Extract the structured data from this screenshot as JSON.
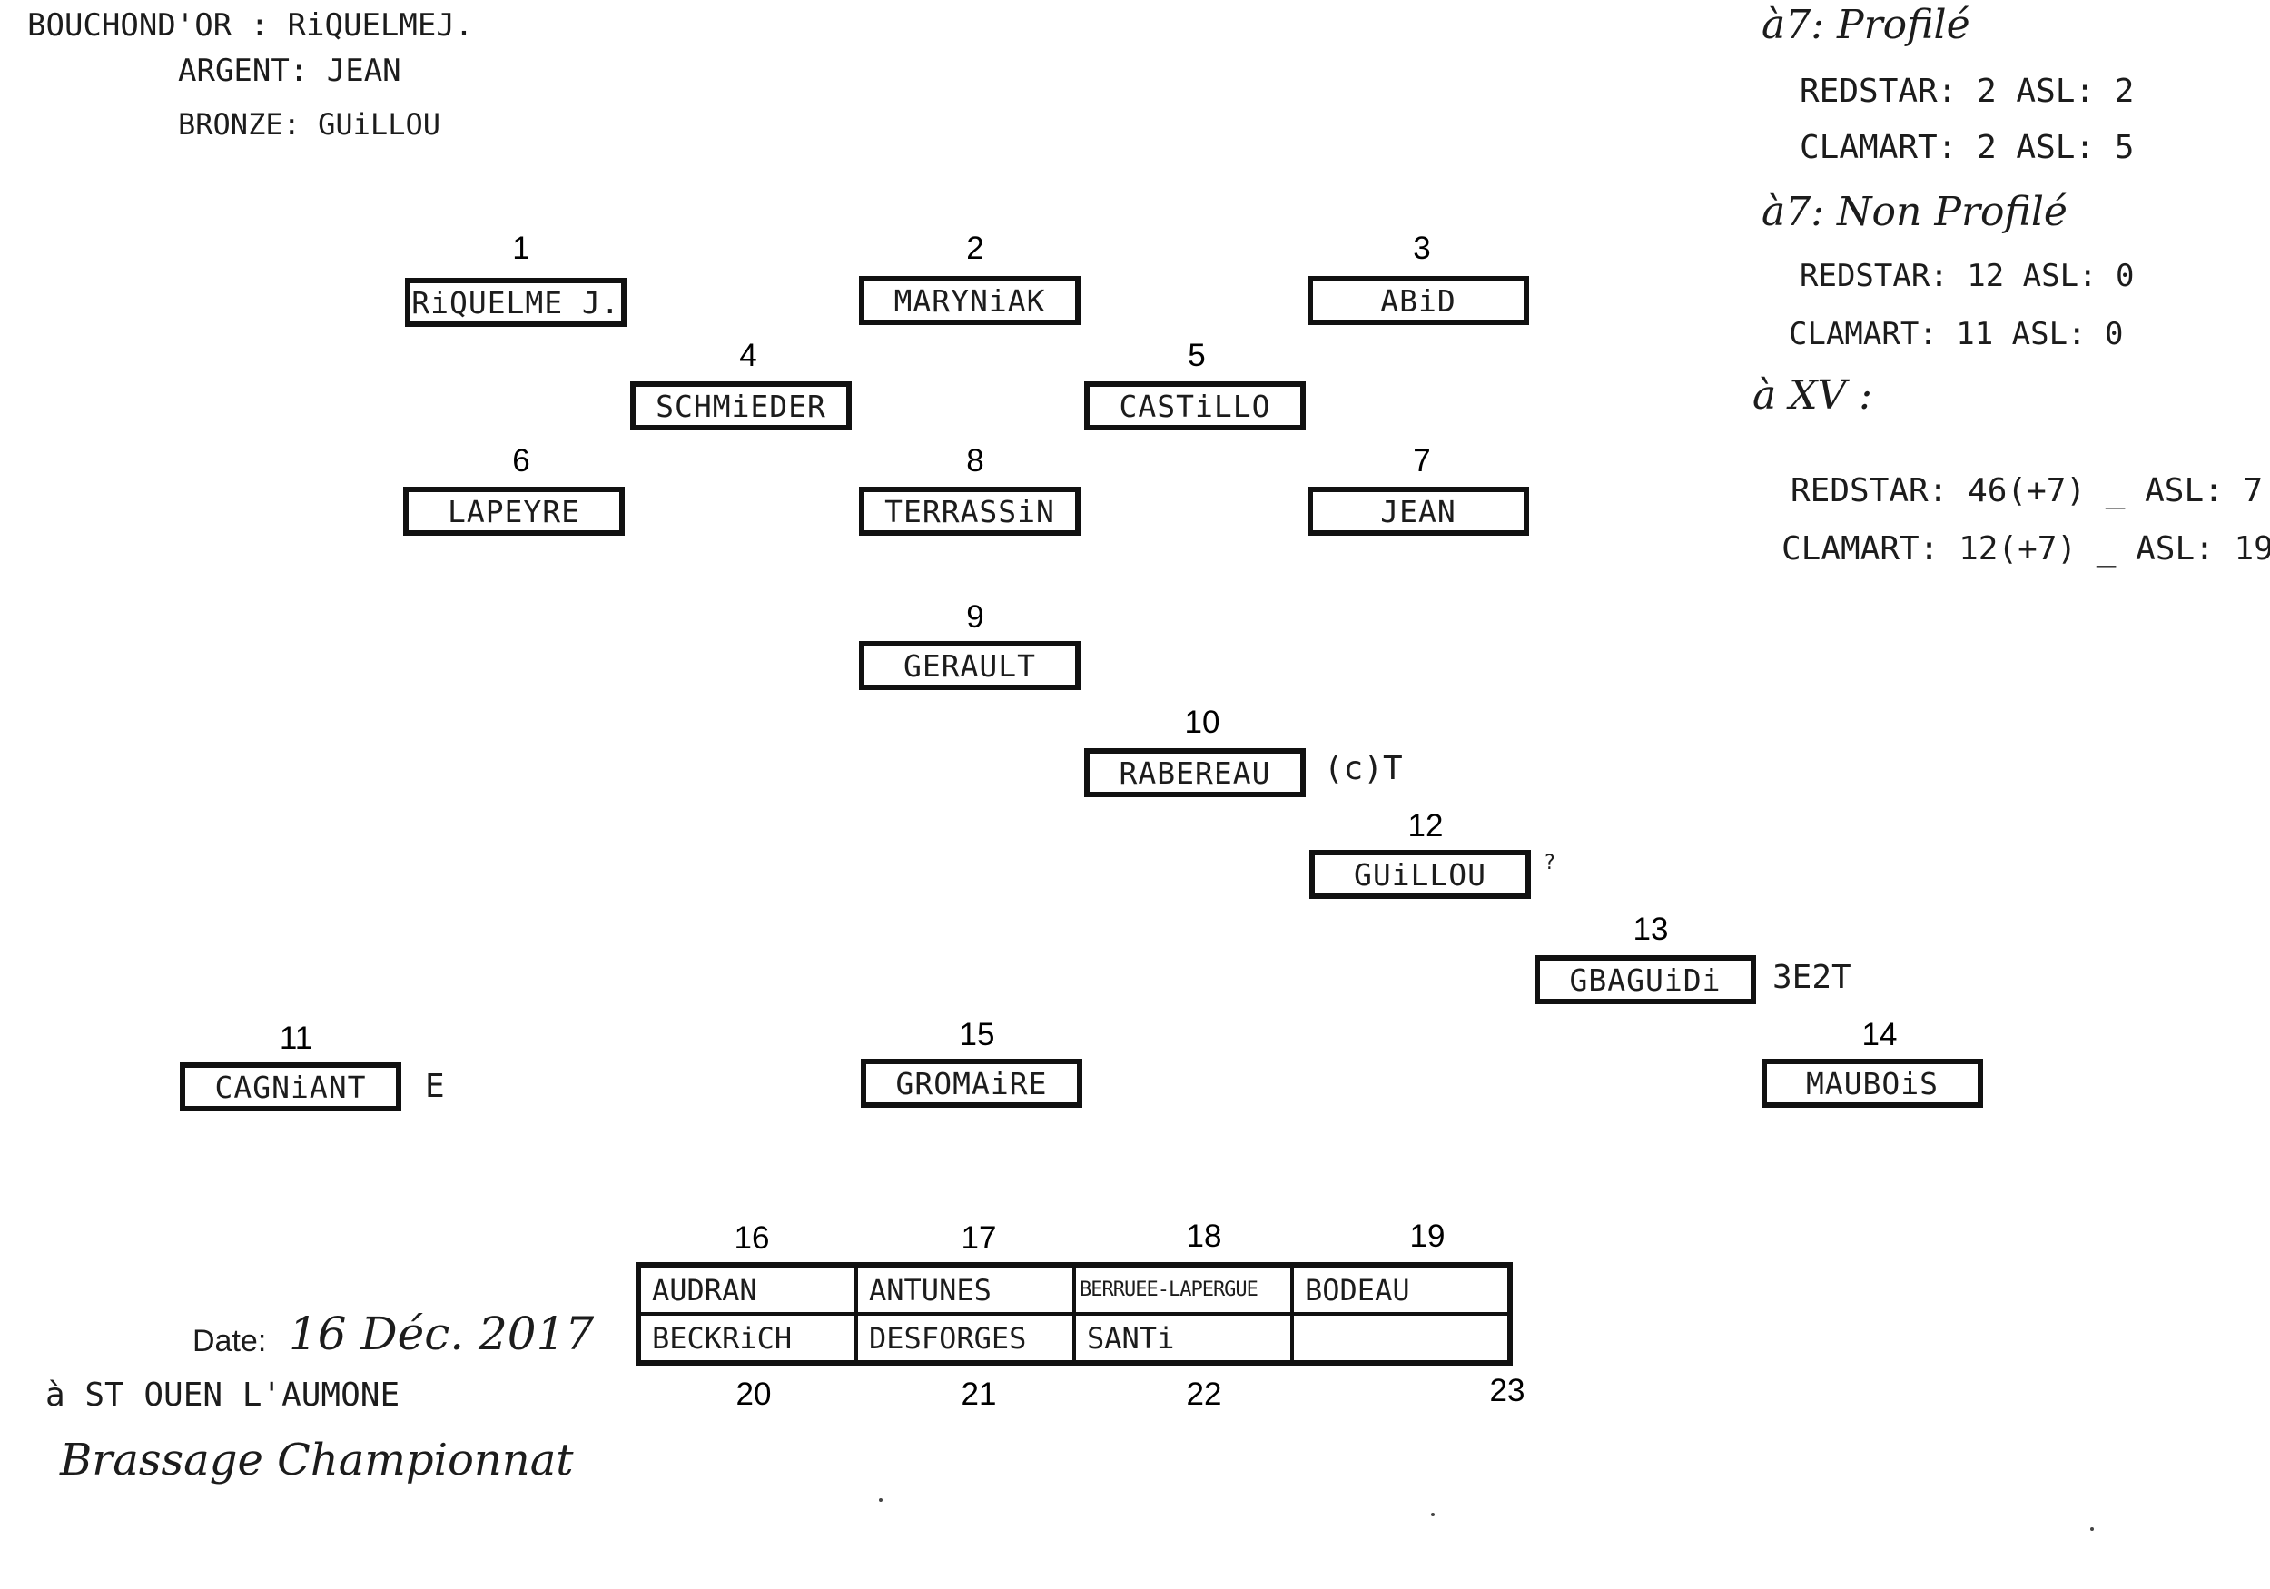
{
  "awards": {
    "gold": "BOUCHOND'OR : RiQUELMEJ.",
    "silver": "ARGENT: JEAN",
    "bronze": "BRONZE: GUiLLOU"
  },
  "stats": {
    "profiled_heading": "à7: Profilé",
    "profiled_redstar": "REDSTAR: 2   ASL: 2",
    "profiled_clamart": "CLAMART: 2   ASL: 5",
    "nonprofiled_heading": "à7: Non Profilé",
    "nonprofiled_redstar": "REDSTAR: 12   ASL: 0",
    "nonprofiled_clamart": "CLAMART: 11   ASL: 0",
    "xv_heading": "à XV :",
    "xv_redstar": "REDSTAR: 46(+7) _ ASL: 7",
    "xv_clamart": "CLAMART: 12(+7) _ ASL: 19"
  },
  "positions": [
    {
      "number": "1",
      "name": "RiQUELME J."
    },
    {
      "number": "2",
      "name": "MARYNiAK"
    },
    {
      "number": "3",
      "name": "ABiD"
    },
    {
      "number": "4",
      "name": "SCHMiEDER"
    },
    {
      "number": "5",
      "name": "CASTiLLO"
    },
    {
      "number": "6",
      "name": "LAPEYRE"
    },
    {
      "number": "8",
      "name": "TERRASSiN"
    },
    {
      "number": "7",
      "name": "JEAN"
    },
    {
      "number": "9",
      "name": "GERAULT"
    },
    {
      "number": "10",
      "name": "RABEREAU",
      "note": "(c)T"
    },
    {
      "number": "12",
      "name": "GUiLLOU",
      "note": "?"
    },
    {
      "number": "13",
      "name": "GBAGUiDi",
      "note": "3E2T"
    },
    {
      "number": "11",
      "name": "CAGNiANT",
      "note": "E"
    },
    {
      "number": "15",
      "name": "GROMAiRE"
    },
    {
      "number": "14",
      "name": "MAUBOiS"
    }
  ],
  "bench": {
    "top_numbers": [
      "16",
      "17",
      "18",
      "19"
    ],
    "top_names": [
      "AUDRAN",
      "ANTUNES",
      "BERRUEE-LAPERGUE",
      "BODEAU"
    ],
    "bottom_names": [
      "BECKRiCH",
      "DESFORGES",
      "SANTi",
      ""
    ],
    "bottom_numbers": [
      "20",
      "21",
      "22",
      "23"
    ]
  },
  "footer": {
    "date_label": "Date:",
    "date_value": "16 Déc. 2017",
    "place": "à ST OUEN L'AUMONE",
    "event": "Brassage Championnat"
  }
}
